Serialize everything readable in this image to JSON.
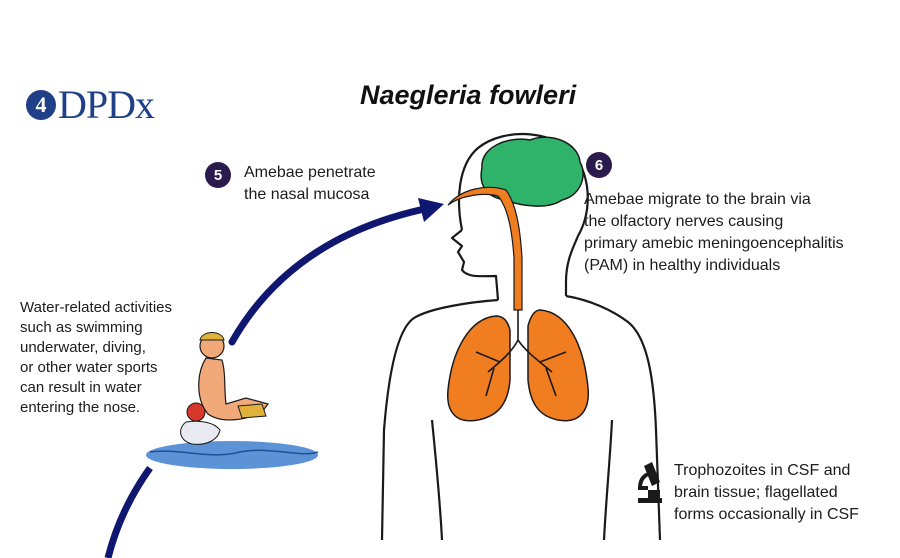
{
  "logo": {
    "mark": "4",
    "text": "DPDx"
  },
  "title": "Naegleria fowleri",
  "steps": {
    "step5": {
      "number": "5",
      "lines": [
        "Amebae penetrate",
        "the nasal mucosa"
      ]
    },
    "step6": {
      "number": "6",
      "lines": [
        "Amebae migrate to the brain via",
        "the olfactory nerves causing",
        "primary amebic meningoencephalitis",
        "(PAM) in healthy individuals"
      ]
    }
  },
  "water_activities": {
    "lines": [
      "Water-related activities",
      "such as swimming",
      "underwater, diving,",
      "or other water sports",
      "can result in water",
      "entering the nose."
    ]
  },
  "diagnostic": {
    "icon": "microscope-icon",
    "lines": [
      "Trophozoites in CSF and",
      "brain tissue; flagellated",
      "forms occasionally in CSF"
    ]
  },
  "colors": {
    "brain": "#2fb36a",
    "organ": "#f07d20",
    "arrow": "#0f1770",
    "badge": "#2b1a4d",
    "logo": "#1f3f86",
    "water": "#3f7fcf"
  }
}
